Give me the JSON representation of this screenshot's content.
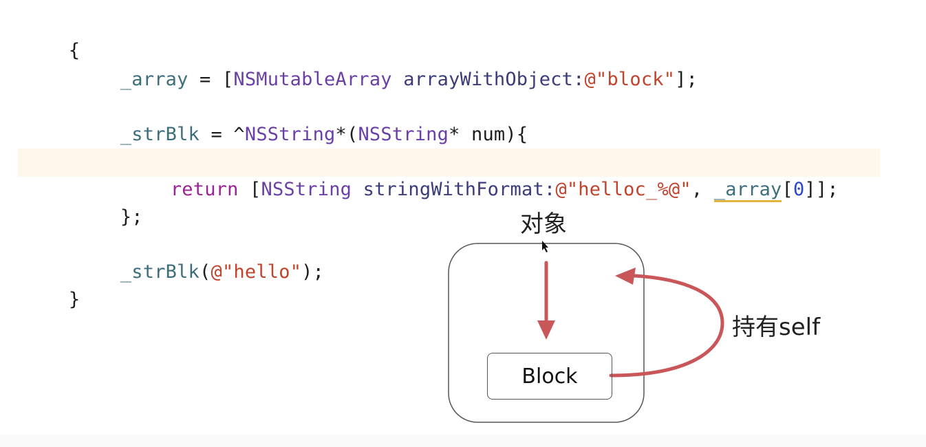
{
  "code": {
    "open_brace": "{",
    "line_array": {
      "var": "_array",
      "assign": " = [",
      "class": "NSMutableArray",
      "space": " ",
      "method": "arrayWithObject:",
      "string": "@\"block\"",
      "end": "];"
    },
    "line_strblk": {
      "var": "_strBlk",
      "assign": " = ^",
      "class1": "NSString",
      "star_paren": "*(",
      "class2": "NSString",
      "rest": "* num){"
    },
    "line_return": {
      "keyword": "return",
      "open": " [",
      "class": "NSString",
      "space": " ",
      "method": "stringWithFormat:",
      "string": "@\"helloc_%@\"",
      "comma": ", ",
      "var": "_array",
      "index_open": "[",
      "index": "0",
      "end": "]];"
    },
    "close_block": "};",
    "line_call": {
      "var": "_strBlk",
      "open": "(",
      "string": "@\"hello\"",
      "end": ");"
    },
    "close_brace": "}"
  },
  "diagram": {
    "object_label": "对象",
    "block_label": "Block",
    "hold_label": "持有self"
  },
  "colors": {
    "arrow": "#c9575a",
    "box_border": "#555555",
    "highlight_band": "#fdf8ea"
  }
}
